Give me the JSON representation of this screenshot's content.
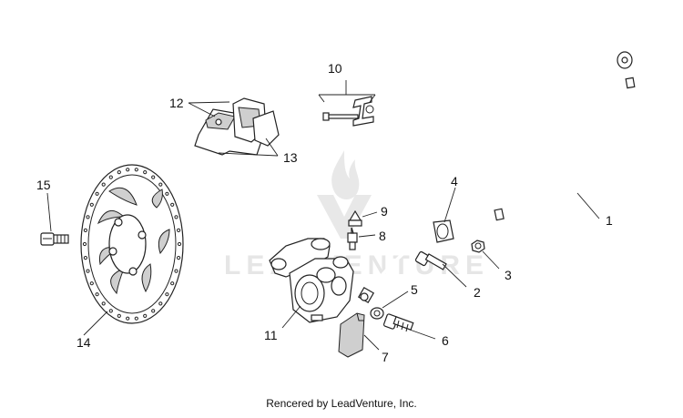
{
  "diagram": {
    "callouts": [
      {
        "id": "c1",
        "label": "1"
      },
      {
        "id": "c2",
        "label": "2"
      },
      {
        "id": "c3",
        "label": "3"
      },
      {
        "id": "c4",
        "label": "4"
      },
      {
        "id": "c5",
        "label": "5"
      },
      {
        "id": "c6",
        "label": "6"
      },
      {
        "id": "c7",
        "label": "7"
      },
      {
        "id": "c8",
        "label": "8"
      },
      {
        "id": "c9",
        "label": "9"
      },
      {
        "id": "c10",
        "label": "10"
      },
      {
        "id": "c11",
        "label": "11"
      },
      {
        "id": "c12",
        "label": "12"
      },
      {
        "id": "c13",
        "label": "13"
      },
      {
        "id": "c14",
        "label": "14"
      },
      {
        "id": "c15",
        "label": "15"
      }
    ],
    "watermark": {
      "text": "LEADVENTURE"
    }
  },
  "footer": {
    "text": "Rencered by LeadVenture, Inc."
  }
}
